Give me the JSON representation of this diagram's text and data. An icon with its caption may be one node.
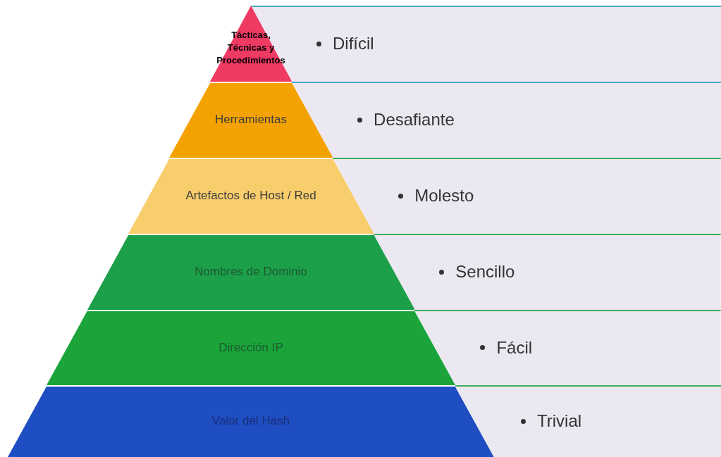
{
  "diagram": {
    "nodes": [
      {
        "text": [
          "Tácticas, Técnicas y Procedimientos"
        ]
      },
      {
        "text": [
          "Difícil"
        ]
      },
      {
        "text": [
          "Herramientas"
        ]
      },
      {
        "text": [
          "Desafiante"
        ]
      },
      {
        "text": [
          "Artefactos de Host / Red"
        ]
      },
      {
        "text": [
          "Molesto"
        ]
      },
      {
        "text": [
          "Nombres de Dominio"
        ]
      },
      {
        "text": [
          "Sencillo"
        ]
      },
      {
        "text": [
          "Dirección IP"
        ]
      },
      {
        "text": [
          "Fácil"
        ]
      },
      {
        "text": [
          "Valor del Hash"
        ]
      },
      {
        "text": [
          "Trivial"
        ]
      }
    ]
  }
}
